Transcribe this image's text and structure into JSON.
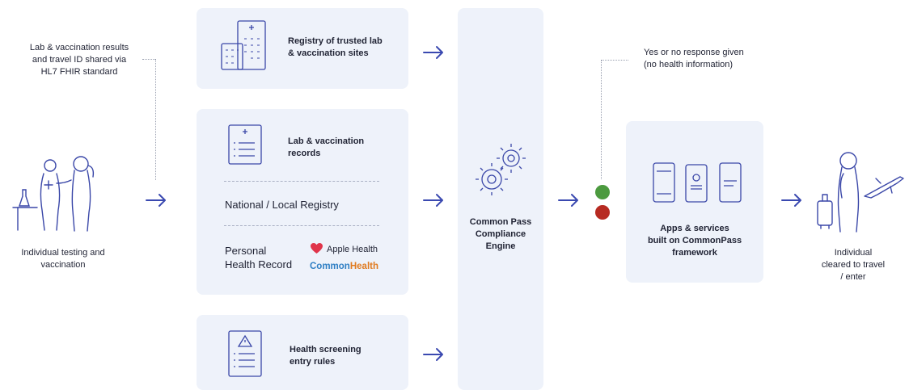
{
  "left": {
    "shared_note": [
      "Lab & vaccination results",
      "and travel ID shared via",
      "HL7 FHIR standard"
    ],
    "caption": [
      "Individual testing and",
      "vaccination"
    ]
  },
  "registry_box": {
    "label": [
      "Registry of trusted lab",
      "& vaccination sites"
    ]
  },
  "records_box": {
    "records_label": [
      "Lab & vaccination",
      "records"
    ],
    "national_local": "National / Local  Registry",
    "phr_label": [
      "Personal",
      "Health Record"
    ],
    "apple_health": "Apple Health",
    "commonhealth_part1": "Common",
    "commonhealth_part2": "Health"
  },
  "rules_box": {
    "label": [
      "Health screening",
      "entry rules"
    ]
  },
  "engine": {
    "label": [
      "Common Pass",
      "Compliance",
      "Engine"
    ]
  },
  "response": {
    "label": [
      "Yes or no response given",
      "(no health information)"
    ]
  },
  "apps_box": {
    "label": [
      "Apps & services",
      "built on CommonPass",
      "framework"
    ]
  },
  "right": {
    "caption": [
      "Individual",
      "cleared to travel",
      "/ enter"
    ]
  },
  "colors": {
    "panel": "#eef2fa",
    "arrow": "#3a49b0",
    "icon_stroke": "#3a47a8",
    "green": "#4c9a3f",
    "red": "#b72b22",
    "heart": "#e0344a",
    "common_blue": "#2f7fc4",
    "health_orange": "#e07a1f"
  }
}
